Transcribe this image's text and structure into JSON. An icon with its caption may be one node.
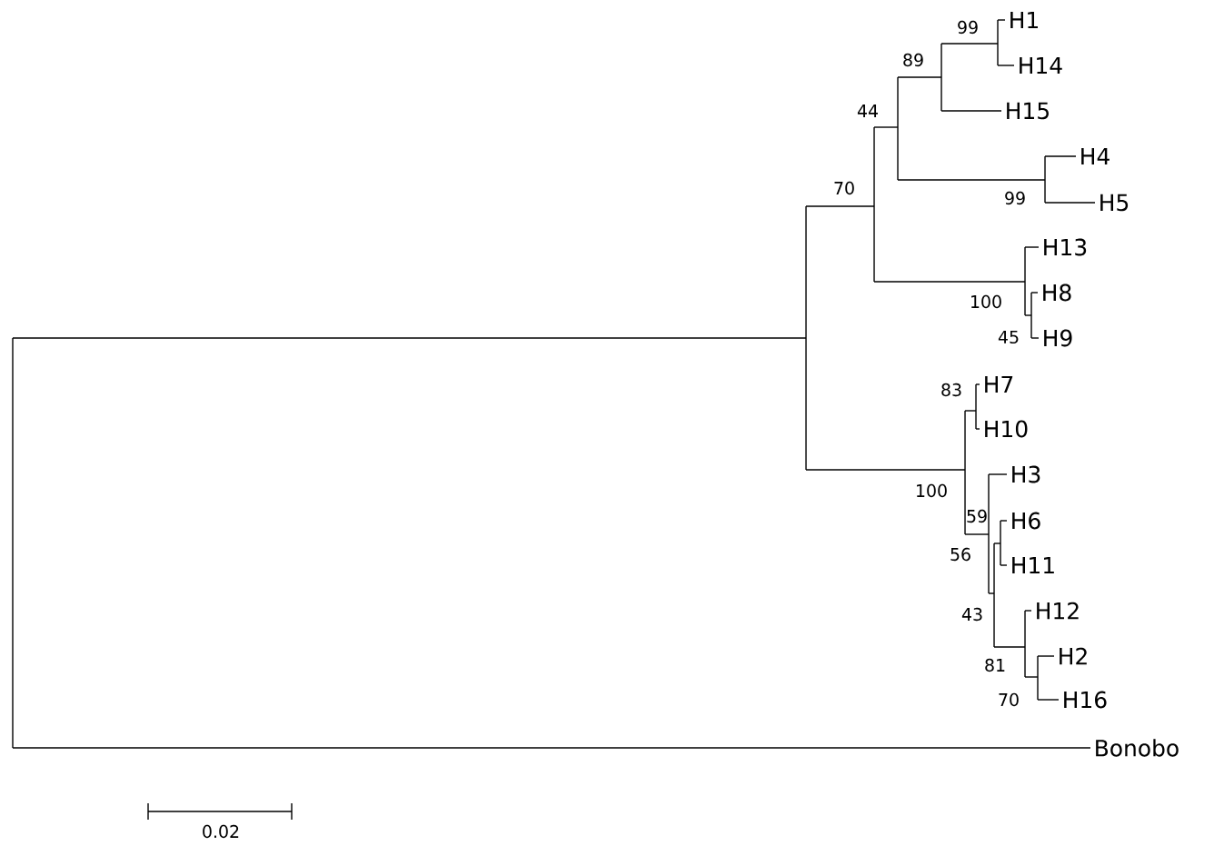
{
  "diagram": {
    "nodes": [
      {
        "text": [],
        "shape": "bar"
      },
      {
        "text": [],
        "shape": "bar"
      },
      {
        "text": [],
        "shape": "bar",
        "beside": [
          "70"
        ]
      },
      {
        "text": [],
        "shape": "bar",
        "beside": [
          "44"
        ]
      },
      {
        "text": [],
        "shape": "bar",
        "beside": [
          "89"
        ]
      },
      {
        "text": [],
        "shape": "bar",
        "beside": [
          "99"
        ]
      },
      {
        "text": [
          "H1"
        ]
      },
      {
        "text": [
          "H14"
        ]
      },
      {
        "text": [
          "H15"
        ]
      },
      {
        "text": [],
        "shape": "bar",
        "beside": [
          "99"
        ]
      },
      {
        "text": [
          "H4"
        ]
      },
      {
        "text": [
          "H5"
        ]
      },
      {
        "text": [],
        "shape": "bar",
        "beside": [
          "100"
        ]
      },
      {
        "text": [
          "H13"
        ]
      },
      {
        "text": [],
        "shape": "bar",
        "beside": [
          "45"
        ]
      },
      {
        "text": [
          "H8"
        ]
      },
      {
        "text": [
          "H9"
        ]
      },
      {
        "text": [],
        "shape": "bar",
        "beside": [
          "100"
        ]
      },
      {
        "text": [],
        "shape": "bar",
        "beside": [
          "83"
        ]
      },
      {
        "text": [
          "H7"
        ]
      },
      {
        "text": [
          "H10"
        ]
      },
      {
        "text": [],
        "shape": "bar",
        "beside": [
          "59"
        ]
      },
      {
        "text": [
          "H3"
        ]
      },
      {
        "text": [],
        "shape": "bar",
        "beside": [
          "43"
        ]
      },
      {
        "text": [],
        "shape": "bar"
      },
      {
        "text": [
          "H6"
        ]
      },
      {
        "text": [
          "H11"
        ]
      },
      {
        "text": [],
        "shape": "bar",
        "beside": [
          "81"
        ]
      },
      {
        "text": [
          "H12"
        ]
      },
      {
        "text": [],
        "shape": "bar",
        "beside": [
          "70"
        ]
      },
      {
        "text": [
          "H2"
        ]
      },
      {
        "text": [
          "H16"
        ]
      },
      {
        "text": [
          "Bonobo"
        ]
      }
    ],
    "edges": [
      {
        "from": 0,
        "to": 1,
        "arrow": "none"
      },
      {
        "from": 0,
        "to": 32,
        "arrow": "none"
      },
      {
        "from": 1,
        "to": 2,
        "arrow": "none"
      },
      {
        "from": 1,
        "to": 17,
        "arrow": "none"
      },
      {
        "from": 2,
        "to": 3,
        "arrow": "none"
      },
      {
        "from": 2,
        "to": 12,
        "arrow": "none"
      },
      {
        "from": 3,
        "to": 4,
        "arrow": "none"
      },
      {
        "from": 3,
        "to": 9,
        "arrow": "none"
      },
      {
        "from": 4,
        "to": 5,
        "arrow": "none"
      },
      {
        "from": 4,
        "to": 8,
        "arrow": "none"
      },
      {
        "from": 5,
        "to": 6,
        "arrow": "none"
      },
      {
        "from": 5,
        "to": 7,
        "arrow": "none"
      },
      {
        "from": 9,
        "to": 10,
        "arrow": "none"
      },
      {
        "from": 9,
        "to": 11,
        "arrow": "none"
      },
      {
        "from": 12,
        "to": 13,
        "arrow": "none"
      },
      {
        "from": 12,
        "to": 14,
        "arrow": "none"
      },
      {
        "from": 14,
        "to": 15,
        "arrow": "none"
      },
      {
        "from": 14,
        "to": 16,
        "arrow": "none"
      },
      {
        "from": 17,
        "to": 18,
        "arrow": "none"
      },
      {
        "from": 17,
        "to": 21,
        "arrow": "none"
      },
      {
        "from": 18,
        "to": 19,
        "arrow": "none"
      },
      {
        "from": 18,
        "to": 20,
        "arrow": "none"
      },
      {
        "from": 21,
        "to": 22,
        "arrow": "none"
      },
      {
        "from": 21,
        "to": 23,
        "arrow": "none"
      },
      {
        "from": 23,
        "to": 24,
        "arrow": "none"
      },
      {
        "from": 23,
        "to": 27,
        "arrow": "none"
      },
      {
        "from": 24,
        "to": 25,
        "arrow": "none"
      },
      {
        "from": 24,
        "to": 26,
        "arrow": "none"
      },
      {
        "from": 27,
        "to": 28,
        "arrow": "none"
      },
      {
        "from": 27,
        "to": 29,
        "arrow": "none"
      },
      {
        "from": 29,
        "to": 30,
        "arrow": "none"
      },
      {
        "from": 29,
        "to": 31,
        "arrow": "none"
      }
    ],
    "labels": [
      "56",
      "0.02"
    ]
  }
}
